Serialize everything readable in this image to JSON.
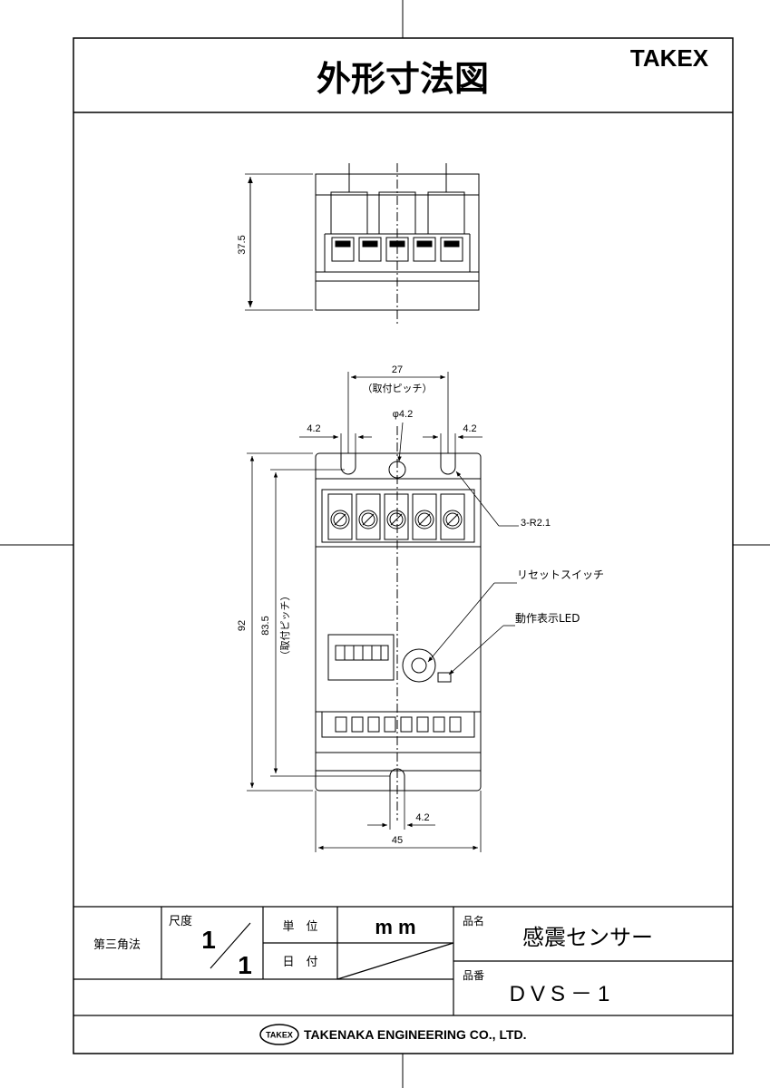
{
  "header": {
    "title": "外形寸法図",
    "brand": "TAKEX"
  },
  "dimensions": {
    "height_side": "37.5",
    "pitch_width": "27",
    "pitch_width_note": "（取付ピッチ）",
    "hole_diameter": "φ4.2",
    "slot_left": "4.2",
    "slot_right": "4.2",
    "corner_radius": "3-R2.1",
    "total_height": "92",
    "pitch_height": "83.5",
    "pitch_height_note": "（取付ピッチ）",
    "slot_bottom": "4.2",
    "total_width": "45"
  },
  "callouts": {
    "reset_switch": "リセットスイッチ",
    "status_led": "動作表示LED"
  },
  "title_block": {
    "projection": "第三角法",
    "scale_label": "尺度",
    "scale_num": "1",
    "scale_den": "1",
    "unit_label": "単　位",
    "unit_value": "m m",
    "date_label": "日　付",
    "product_name_label": "品名",
    "product_name": "感震センサー",
    "product_number_label": "品番",
    "product_number": "DVS－1",
    "company_logo": "TAKEX",
    "company_name": "TAKENAKA ENGINEERING CO., LTD."
  }
}
